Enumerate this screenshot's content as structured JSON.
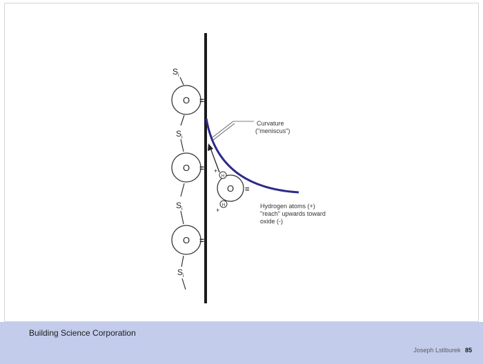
{
  "diagram": {
    "si_label": "S",
    "si_subscript": "i",
    "oxygen_label": "O",
    "water_oxygen_label": "O",
    "hydrogen_symbol": "H",
    "plus_sign": "+",
    "bond_mark": "=",
    "curvature_label_line1": "Curvature",
    "curvature_label_line2": "(\"meniscus\")",
    "hydrogen_note_line1": "Hydrogen atoms (+)",
    "hydrogen_note_line2": "\"reach\" upwards toward",
    "hydrogen_note_line3": "oxide (-)",
    "meniscus_color": "#2d2a8c"
  },
  "footer": {
    "organization": "Building Science Corporation",
    "author": "Joseph Lstiburek",
    "page_number": "85"
  }
}
